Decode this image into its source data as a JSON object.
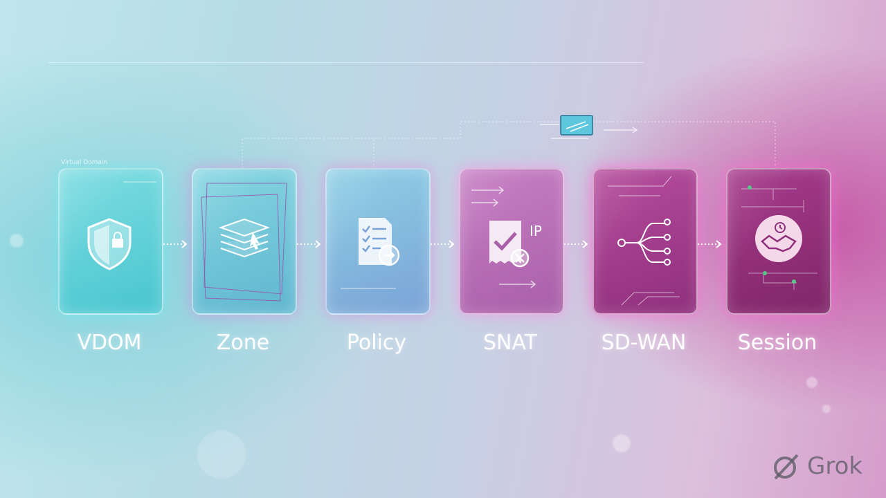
{
  "diagram": {
    "top_caption": "Virtual Domain",
    "steps": [
      {
        "label": "VDOM",
        "icon": "shield-lock-icon"
      },
      {
        "label": "Zone",
        "icon": "layers-cursor-icon"
      },
      {
        "label": "Policy",
        "icon": "checklist-arrow-icon"
      },
      {
        "label": "SNAT",
        "icon": "receipt-check-ip-icon",
        "badge": "IP"
      },
      {
        "label": "SD-WAN",
        "icon": "branching-paths-icon"
      },
      {
        "label": "Session",
        "icon": "handshake-clock-icon"
      }
    ]
  },
  "watermark": {
    "text": "Grok"
  }
}
